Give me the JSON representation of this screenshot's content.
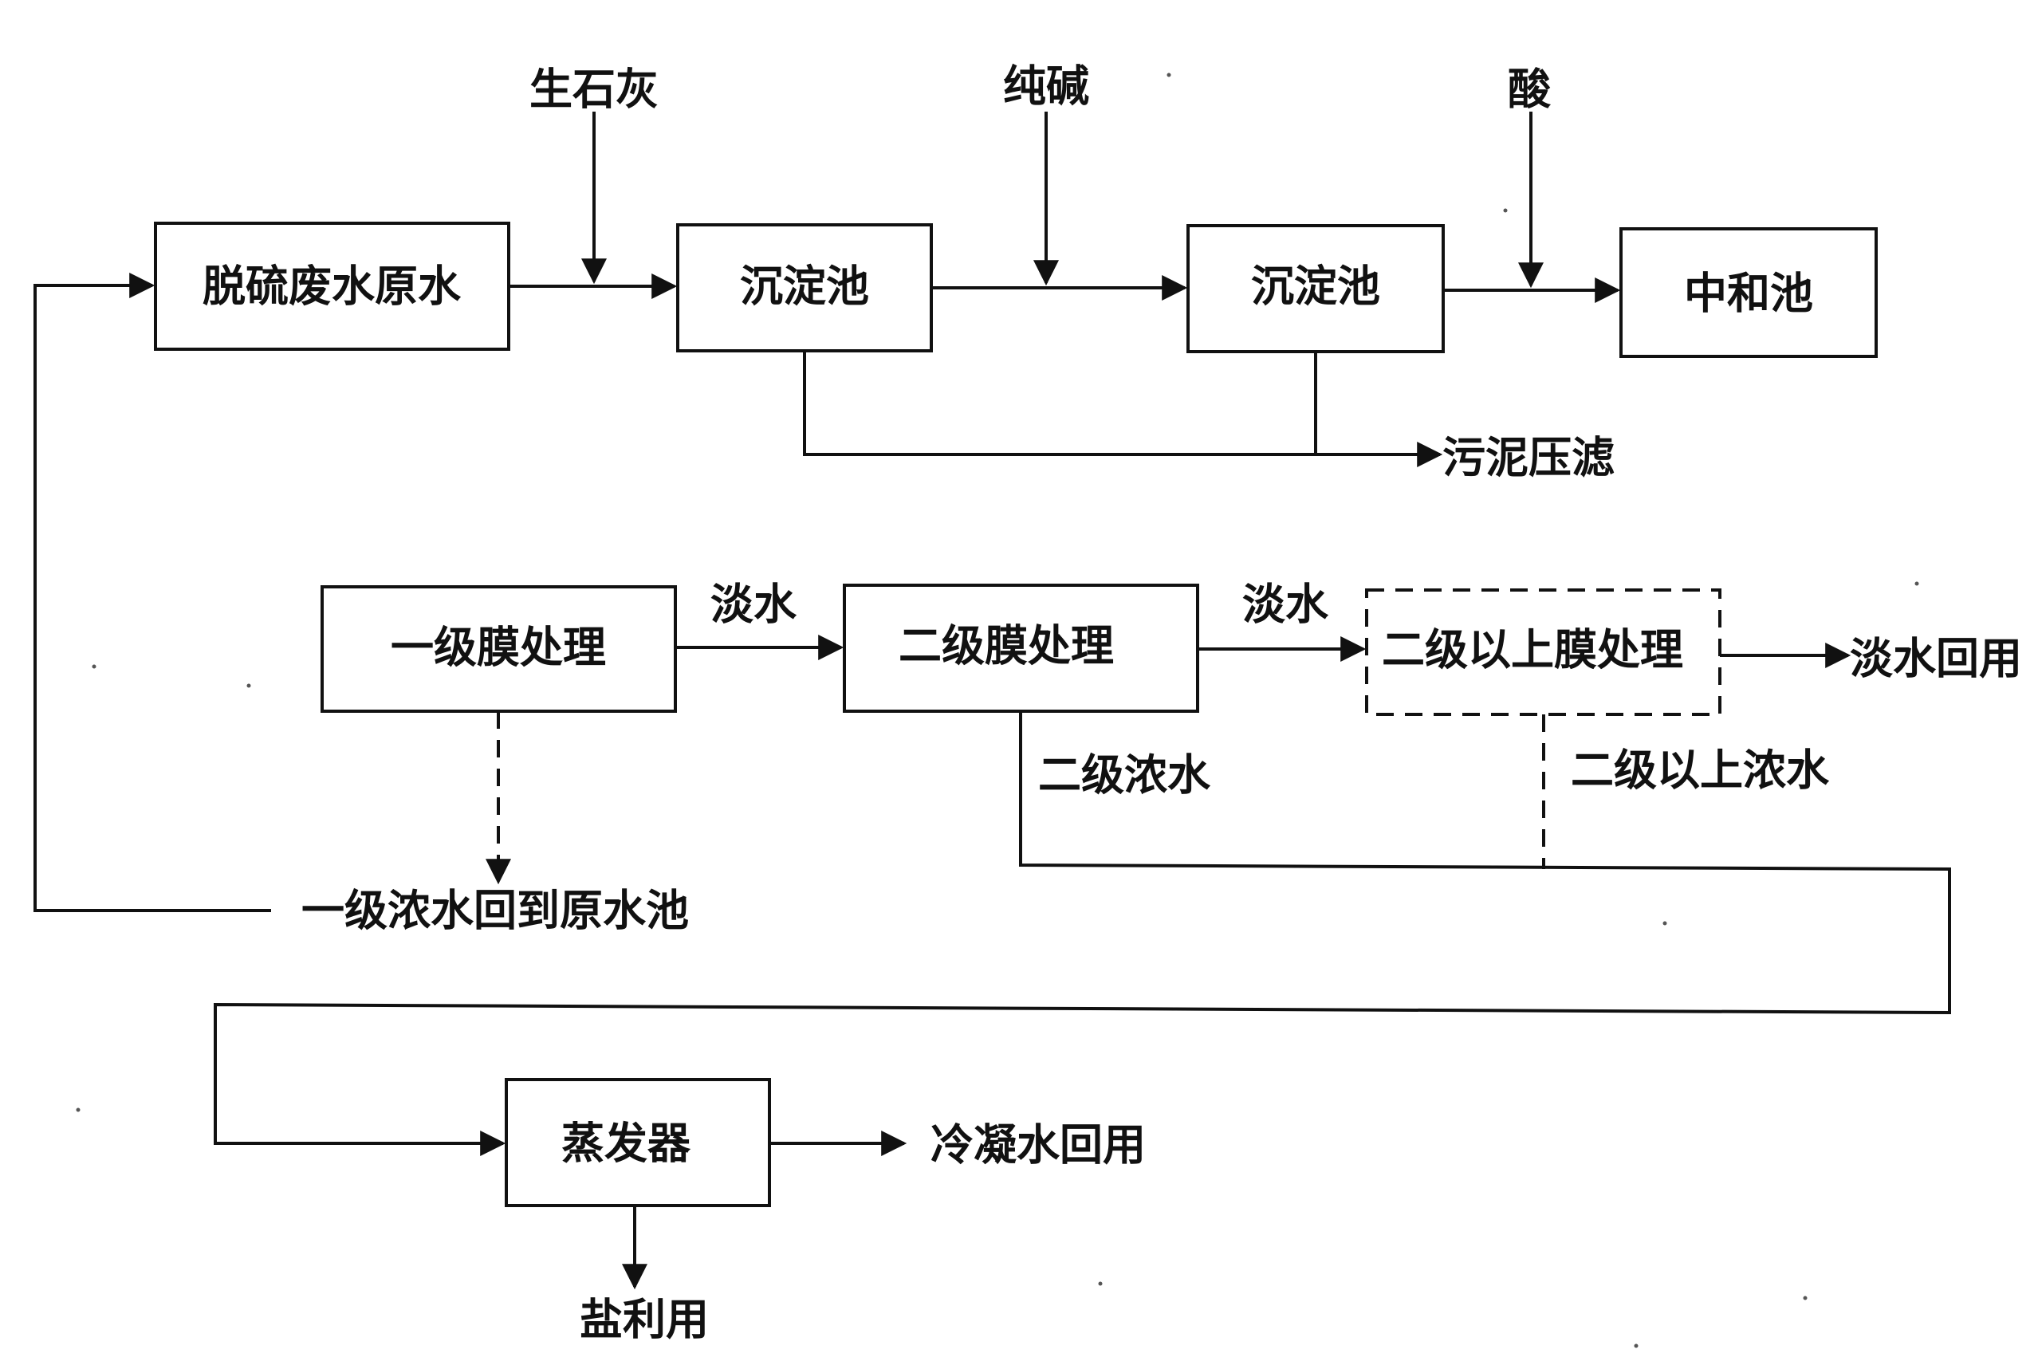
{
  "boxes": {
    "raw_water": "脱硫废水原水",
    "settling_1": "沉淀池",
    "settling_2": "沉淀池",
    "neutralization": "中和池",
    "membrane_1": "一级膜处理",
    "membrane_2": "二级膜处理",
    "membrane_above_2": "二级以上膜处理",
    "evaporator": "蒸发器"
  },
  "inputs": {
    "quicklime": "生石灰",
    "soda_ash": "纯碱",
    "acid": "酸"
  },
  "outputs": {
    "sludge_filter": "污泥压滤",
    "fresh_water_reuse": "淡水回用",
    "condensate_reuse": "冷凝水回用",
    "salt_use": "盐利用",
    "concentrate_1_return": "一级浓水回到原水池"
  },
  "flow_labels": {
    "fresh_water_a": "淡水",
    "fresh_water_b": "淡水",
    "concentrate_2": "二级浓水",
    "concentrate_above_2": "二级以上浓水"
  }
}
